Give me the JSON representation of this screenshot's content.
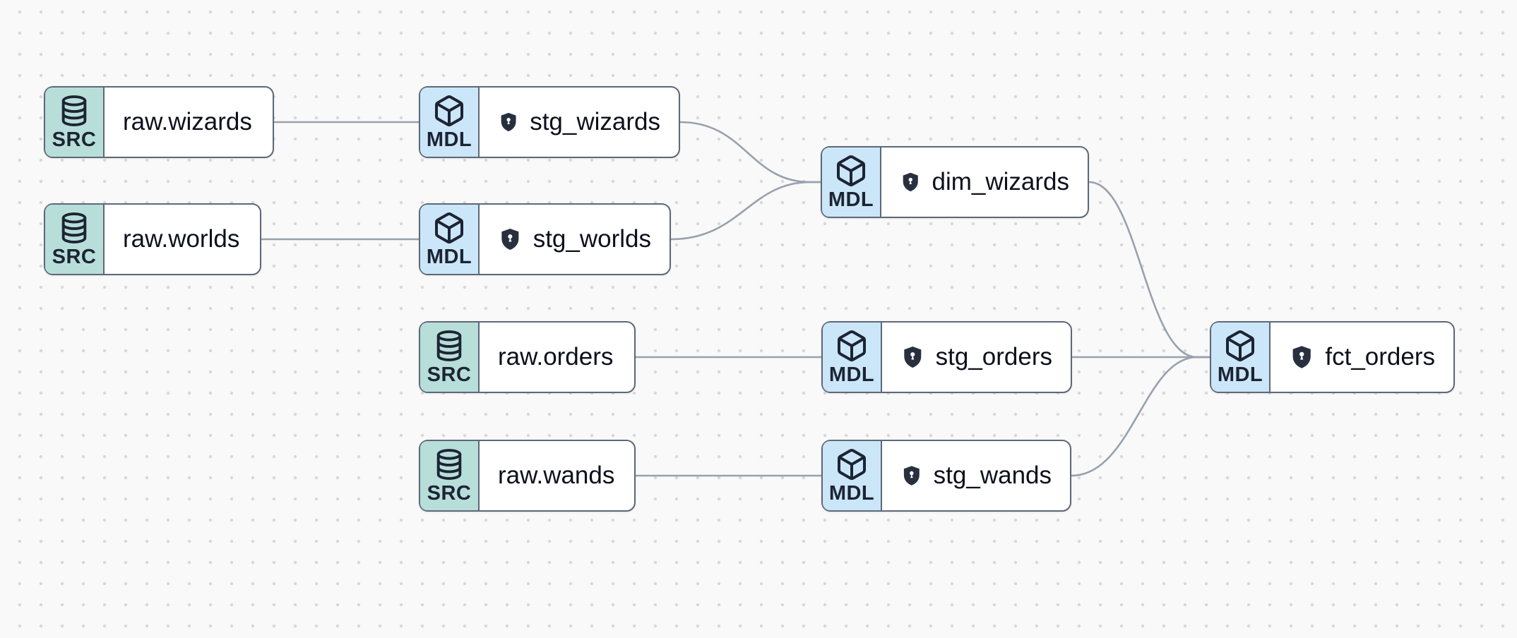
{
  "canvas": {
    "tool": "data-lineage-graph",
    "background": {
      "color": "#f9f9f9",
      "dot_color": "#d8d8d8"
    },
    "colors": {
      "node_border": "#5d6878",
      "node_background": "#ffffff",
      "src_badge_background": "#b8ded9",
      "mdl_badge_background": "#cbe6f8",
      "icon_dark": "#1c2433",
      "shield_fill": "#28303f",
      "title_text": "#0c101b",
      "edge": "#98a1ae"
    },
    "nodes": [
      {
        "id": "raw_wizards",
        "badge": "SRC",
        "label": "raw.wizards",
        "icon": "database-icon",
        "shield": false
      },
      {
        "id": "stg_wizards",
        "badge": "MDL",
        "label": "stg_wizards",
        "icon": "cube-icon",
        "shield": true
      },
      {
        "id": "raw_worlds",
        "badge": "SRC",
        "label": "raw.worlds",
        "icon": "database-icon",
        "shield": false
      },
      {
        "id": "stg_worlds",
        "badge": "MDL",
        "label": "stg_worlds",
        "icon": "cube-icon",
        "shield": true
      },
      {
        "id": "dim_wizards",
        "badge": "MDL",
        "label": "dim_wizards",
        "icon": "cube-icon",
        "shield": true
      },
      {
        "id": "raw_orders",
        "badge": "SRC",
        "label": "raw.orders",
        "icon": "database-icon",
        "shield": false
      },
      {
        "id": "stg_orders",
        "badge": "MDL",
        "label": "stg_orders",
        "icon": "cube-icon",
        "shield": true
      },
      {
        "id": "raw_wands",
        "badge": "SRC",
        "label": "raw.wands",
        "icon": "database-icon",
        "shield": false
      },
      {
        "id": "stg_wands",
        "badge": "MDL",
        "label": "stg_wands",
        "icon": "cube-icon",
        "shield": true
      },
      {
        "id": "fct_orders",
        "badge": "MDL",
        "label": "fct_orders",
        "icon": "cube-icon",
        "shield": true
      }
    ],
    "edges": [
      [
        "raw.wizards",
        "stg_wizards"
      ],
      [
        "raw.worlds",
        "stg_worlds"
      ],
      [
        "stg_wizards",
        "dim_wizards"
      ],
      [
        "stg_worlds",
        "dim_wizards"
      ],
      [
        "raw.orders",
        "stg_orders"
      ],
      [
        "raw.wands",
        "stg_wands"
      ],
      [
        "stg_orders",
        "fct_orders"
      ],
      [
        "dim_wizards",
        "fct_orders"
      ],
      [
        "stg_wands",
        "fct_orders"
      ]
    ]
  }
}
